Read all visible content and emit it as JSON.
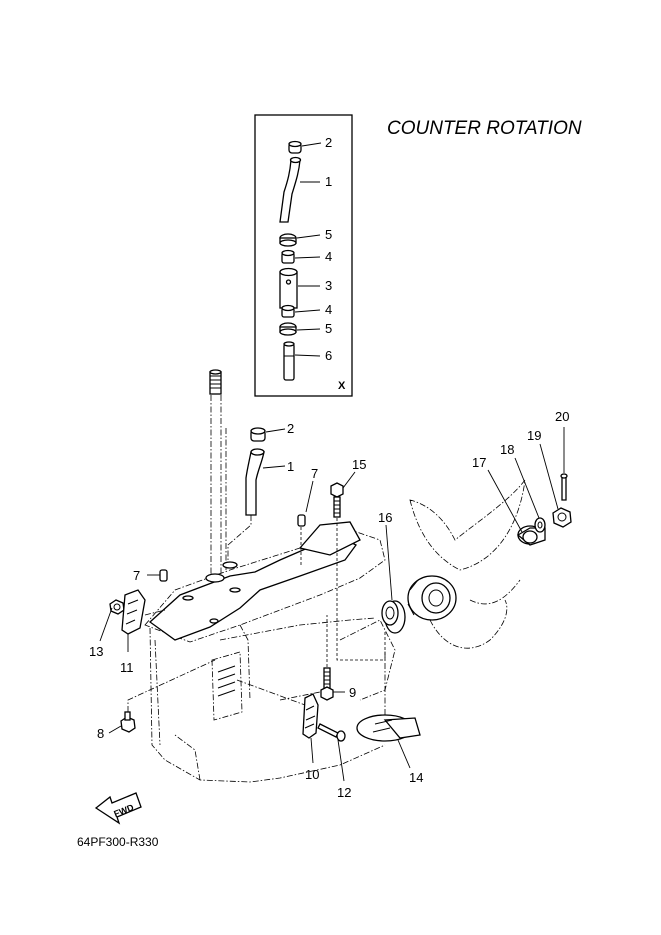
{
  "title": "COUNTER ROTATION",
  "drawing_code": "64PF300-R330",
  "inset_tag": "X",
  "fwd_label": "FWD",
  "callouts": {
    "inset_2": "2",
    "inset_1": "1",
    "inset_5a": "5",
    "inset_4a": "4",
    "inset_3": "3",
    "inset_4b": "4",
    "inset_5b": "5",
    "inset_6": "6",
    "main_2": "2",
    "main_1": "1",
    "main_7a": "7",
    "main_15": "15",
    "main_16": "16",
    "main_17": "17",
    "main_18": "18",
    "main_19": "19",
    "main_20": "20",
    "main_7b": "7",
    "main_13": "13",
    "main_11": "11",
    "main_8": "8",
    "main_9": "9",
    "main_10": "10",
    "main_12": "12",
    "main_14": "14"
  }
}
